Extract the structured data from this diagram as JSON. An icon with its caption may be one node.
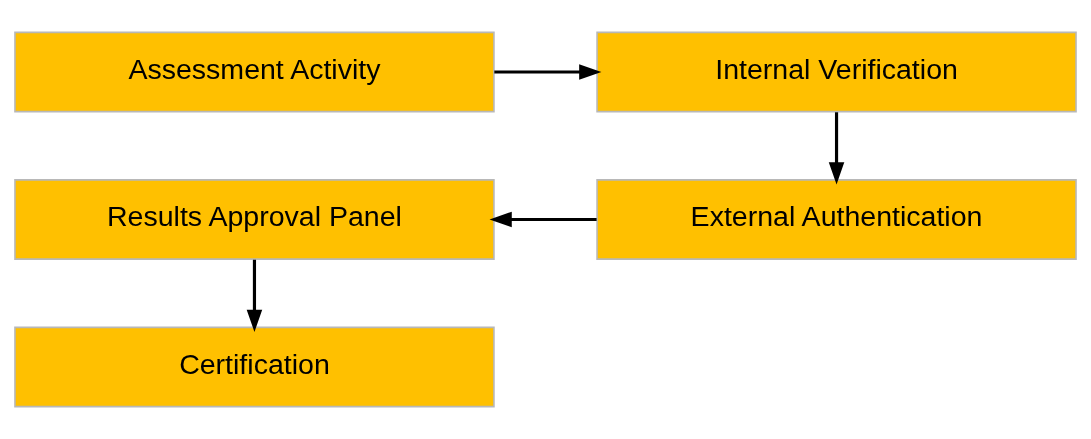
{
  "diagram": {
    "nodes": [
      {
        "text": [
          "Assessment Activity"
        ]
      },
      {
        "text": [
          "Internal Verification"
        ]
      },
      {
        "text": [
          "External Authentication"
        ]
      },
      {
        "text": [
          "Results Approval Panel"
        ]
      },
      {
        "text": [
          "Certification"
        ]
      }
    ],
    "edges": [
      {
        "from": 0,
        "to": 1,
        "arrow": "to"
      },
      {
        "from": 1,
        "to": 2,
        "arrow": "to"
      },
      {
        "from": 2,
        "to": 3,
        "arrow": "to"
      },
      {
        "from": 3,
        "to": 4,
        "arrow": "to"
      }
    ]
  }
}
